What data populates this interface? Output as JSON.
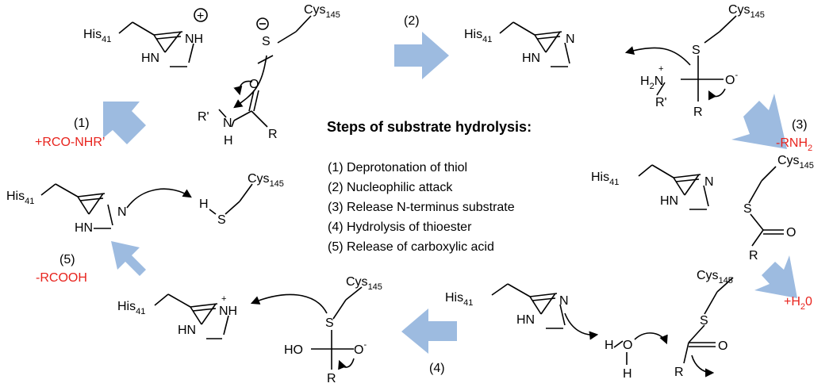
{
  "title": "Steps of substrate hydrolysis:",
  "steps": [
    "(1) Deprotonation of thiol",
    "(2) Nucleophilic attack",
    "(3) Release N-terminus substrate",
    "(4) Hydrolysis of thioester",
    "(5) Release of carboxylic acid"
  ],
  "arrow_labels": {
    "n1": "(1)",
    "r1": "+RCO-NHR’",
    "n2": "(2)",
    "n3": "(3)",
    "r3a": "-RNH",
    "r3b": "2",
    "h2o_a": "+H",
    "h2o_b": "2",
    "h2o_c": "0",
    "n4": "(4)",
    "n5": "(5)",
    "r5": "-RCOOH"
  },
  "atoms": {
    "his": "His",
    "his_sub": "41",
    "cys": "Cys",
    "cys_sub": "145",
    "N": "N",
    "NH": "NH",
    "HN": "HN",
    "H": "H",
    "S": "S",
    "O": "O",
    "Ominus": "O",
    "minus": "-",
    "plus": "+",
    "R": "R",
    "Rp": "R'",
    "Rpp": "R'",
    "H2": "H",
    "h2sub": "2",
    "HO": "HO"
  },
  "colors": {
    "arrow_fill": "#9dbbe0",
    "label_red": "#e8231d",
    "ink": "#000000"
  }
}
